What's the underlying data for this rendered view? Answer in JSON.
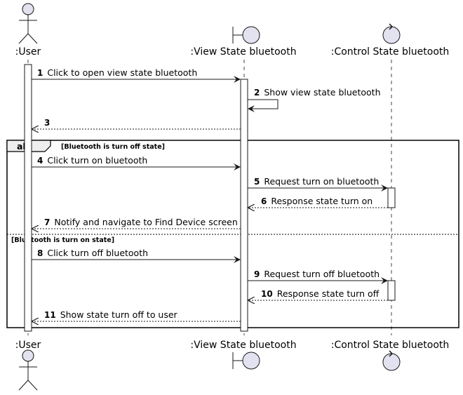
{
  "participants": {
    "user": ":User",
    "view": ":View State bluetooth",
    "control": ":Control State bluetooth"
  },
  "messages": [
    {
      "num": "1",
      "text": "Click to open view state bluetooth"
    },
    {
      "num": "2",
      "text": "Show view state bluetooth"
    },
    {
      "num": "3",
      "text": ""
    },
    {
      "num": "4",
      "text": "Click turn on bluetooth"
    },
    {
      "num": "5",
      "text": "Request turn on bluetooth"
    },
    {
      "num": "6",
      "text": "Response state turn on"
    },
    {
      "num": "7",
      "text": "Notify and navigate to Find Device screen"
    },
    {
      "num": "8",
      "text": "Click turn off bluetooth"
    },
    {
      "num": "9",
      "text": "Request turn off bluetooth"
    },
    {
      "num": "10",
      "text": "Response state turn off"
    },
    {
      "num": "11",
      "text": "Show state turn off to user"
    }
  ],
  "fragment": {
    "operator": "alt",
    "guard1": "[Bluetooth is turn off state]",
    "guard2": "[Bluetooth is turn on state]"
  }
}
